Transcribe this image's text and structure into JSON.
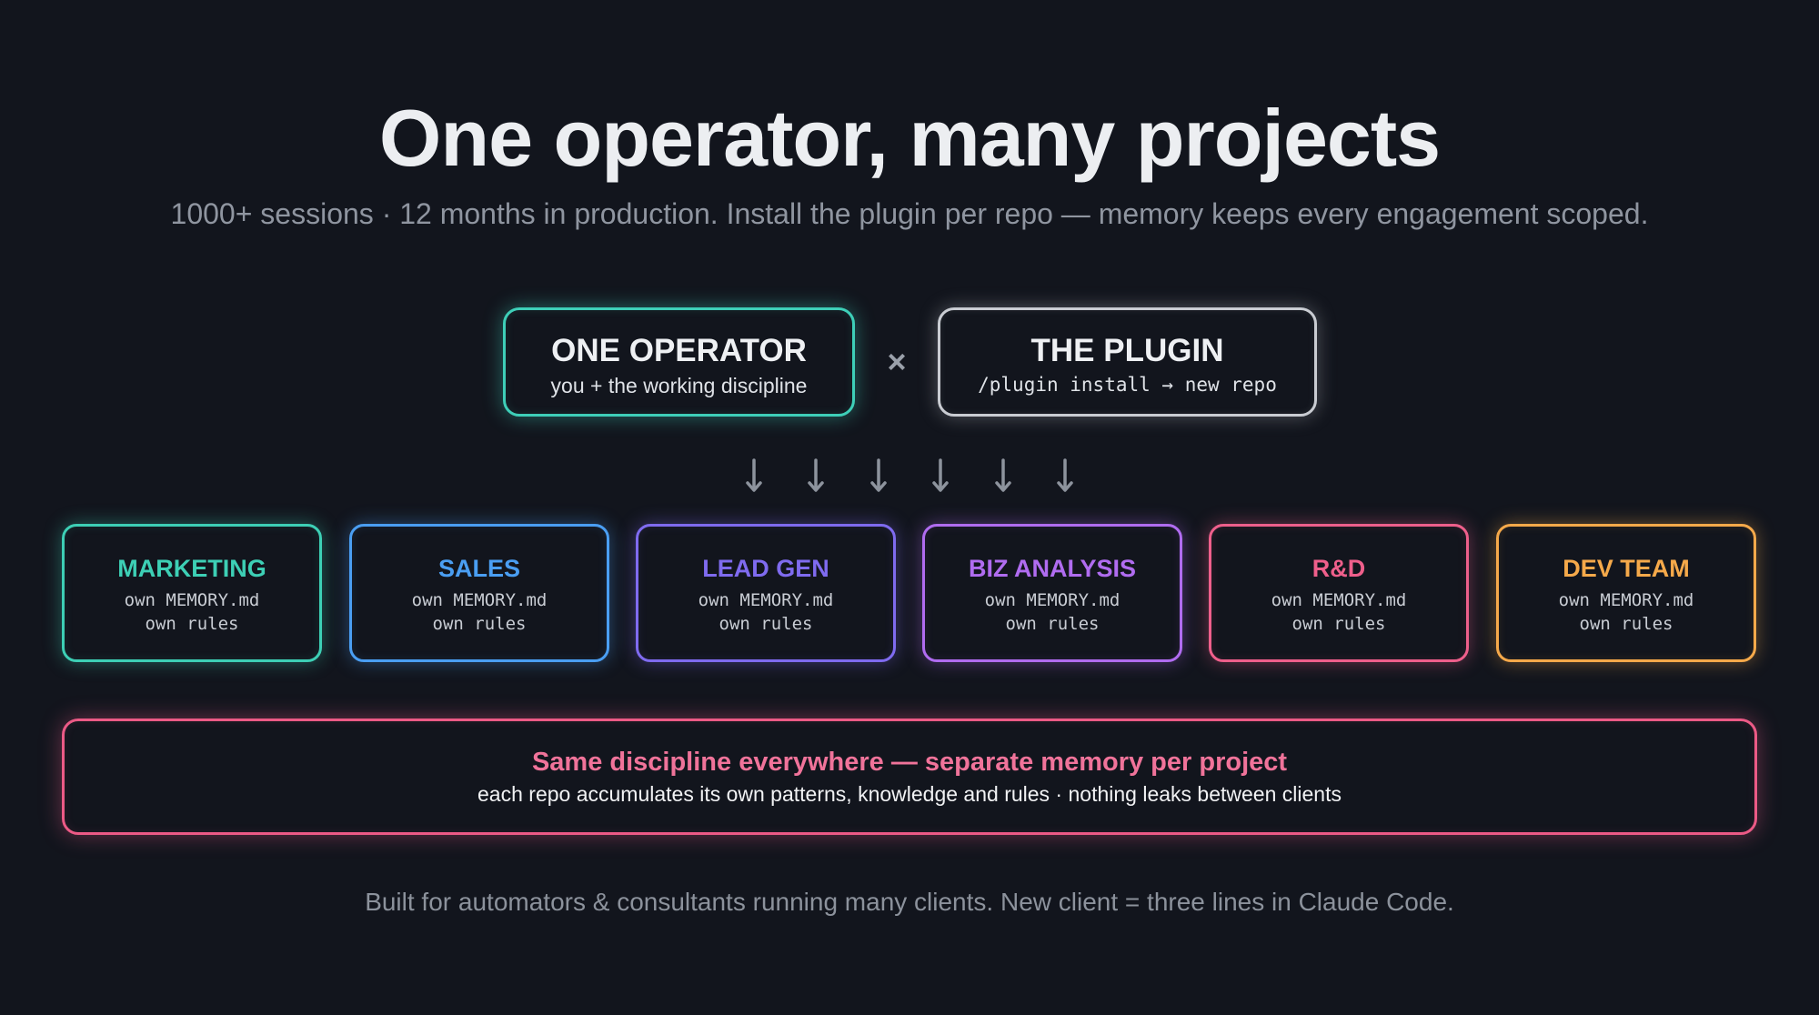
{
  "title": "One operator, many projects",
  "subtitle": "1000+ sessions · 12 months in production. Install the plugin per repo — memory keeps every engagement scoped.",
  "operator": {
    "heading": "ONE OPERATOR",
    "sub": "you + the working discipline",
    "color": "#3ecfb8"
  },
  "times_symbol": "×",
  "plugin": {
    "heading": "THE PLUGIN",
    "sub": "/plugin install → new repo",
    "color": "#c9ccd2"
  },
  "arrow_icon": "down-arrow-icon",
  "projects": [
    {
      "name": "MARKETING",
      "line1": "own MEMORY.md",
      "line2": "own rules",
      "color": "#3dcfb5"
    },
    {
      "name": "SALES",
      "line1": "own MEMORY.md",
      "line2": "own rules",
      "color": "#4a9ef2"
    },
    {
      "name": "LEAD GEN",
      "line1": "own MEMORY.md",
      "line2": "own rules",
      "color": "#7f6bef"
    },
    {
      "name": "BIZ ANALYSIS",
      "line1": "own MEMORY.md",
      "line2": "own rules",
      "color": "#b06cf0"
    },
    {
      "name": "R&D",
      "line1": "own MEMORY.md",
      "line2": "own rules",
      "color": "#ee5f8b"
    },
    {
      "name": "DEV TEAM",
      "line1": "own MEMORY.md",
      "line2": "own rules",
      "color": "#f5a94a"
    }
  ],
  "summary": {
    "heading": "Same discipline everywhere — separate memory per project",
    "sub": "each repo accumulates its own patterns, knowledge and rules · nothing leaks between clients",
    "color": "#ec5a86"
  },
  "footer": "Built for automators & consultants running many clients. New client = three lines in Claude Code."
}
